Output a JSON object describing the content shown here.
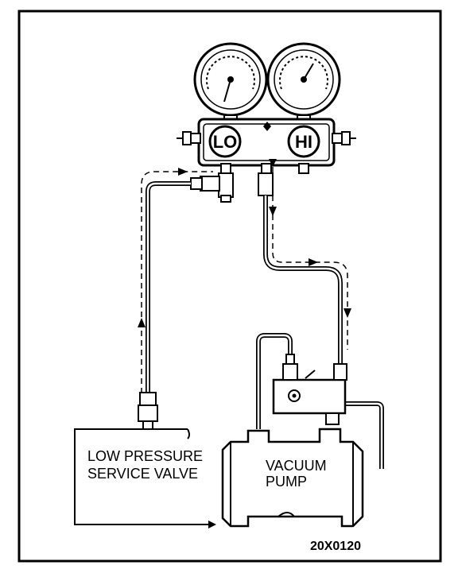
{
  "gauges": {
    "lo_label": "LO",
    "hi_label": "HI"
  },
  "low_pressure_valve": {
    "line1": "LOW PRESSURE",
    "line2": "SERVICE VALVE"
  },
  "vacuum_pump": {
    "line1": "VACUUM",
    "line2": "PUMP"
  },
  "figure_code": "20X0120",
  "colors": {
    "ink": "#000000",
    "paper": "#ffffff"
  }
}
